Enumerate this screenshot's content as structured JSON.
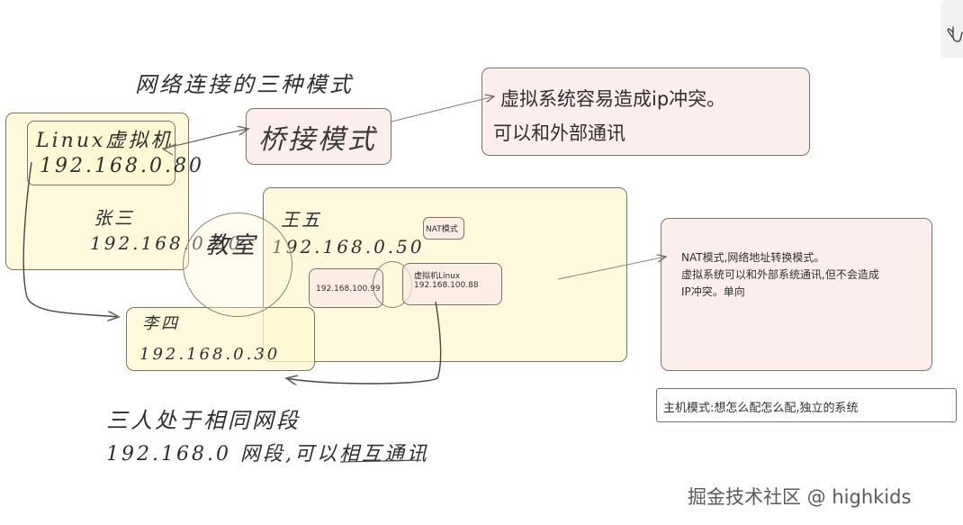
{
  "diagram": {
    "title": "网络连接的三种模式",
    "bridge": {
      "label": "桥接模式",
      "note_line1": "虚拟系统容易造成ip冲突。",
      "note_line2": "可以和外部通讯",
      "linux_vm_name": "Linux虚拟机",
      "linux_vm_ip": "192.168.0.80",
      "zhangsan_name": "张三",
      "zhangsan_ip": "192.168.0.20",
      "classroom": "教室",
      "wangwu_name": "王五",
      "wangwu_ip": "192.168.0.50",
      "lisi_name": "李四",
      "lisi_ip": "192.168.0.30",
      "summary_line1": "三人处于相同网段",
      "summary_line2": "192.168.0 网段,可以相互通讯"
    },
    "nat": {
      "label": "NAT模式",
      "host_virtual_ip": "192.168.100.99",
      "vm_name": "虚拟机Linux",
      "vm_ip": "192.168.100.88",
      "note_line1": "NAT模式,网络地址转换模式。",
      "note_line2": "虚拟系统可以和外部系统通讯,但不会造成",
      "note_line3": "IP冲突。单向"
    },
    "host_only": {
      "note": "主机模式:想怎么配怎么配,独立的系统"
    }
  },
  "watermark": "掘金技术社区 @ highkids",
  "icons": {
    "corner": "hand-cursor-icon"
  },
  "colors": {
    "yellow_fill": "#fdf6d0",
    "pink_fill": "#fce8e8",
    "stroke": "#7a746a"
  }
}
